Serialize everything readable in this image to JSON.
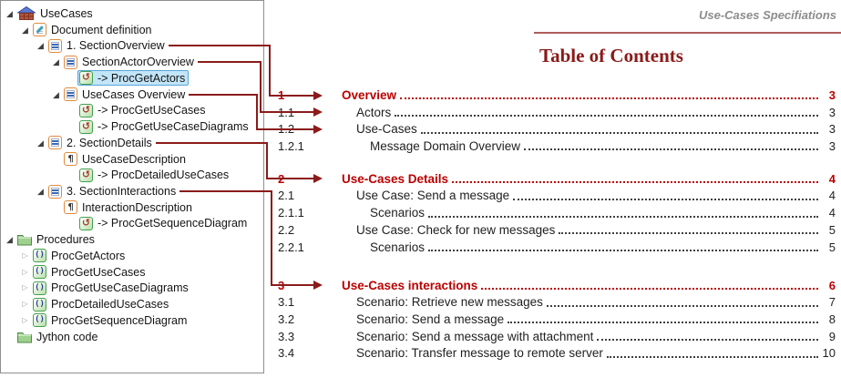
{
  "tree": {
    "items": [
      {
        "label": "UseCases",
        "level": 0,
        "expander": "expanded",
        "icon": "project"
      },
      {
        "label": "Document definition",
        "level": 1,
        "expander": "expanded",
        "icon": "document"
      },
      {
        "label": "1. SectionOverview",
        "level": 2,
        "expander": "expanded",
        "icon": "section"
      },
      {
        "label": "SectionActorOverview",
        "level": 3,
        "expander": "expanded",
        "icon": "section"
      },
      {
        "label": "-> ProcGetActors",
        "level": 4,
        "expander": "none",
        "icon": "proc-call",
        "selected": true
      },
      {
        "label": "UseCases Overview",
        "level": 3,
        "expander": "expanded",
        "icon": "section"
      },
      {
        "label": "-> ProcGetUseCases",
        "level": 4,
        "expander": "none",
        "icon": "proc-call"
      },
      {
        "label": "-> ProcGetUseCaseDiagrams",
        "level": 4,
        "expander": "none",
        "icon": "proc-call"
      },
      {
        "label": "2. SectionDetails",
        "level": 2,
        "expander": "expanded",
        "icon": "section"
      },
      {
        "label": "UseCaseDescription",
        "level": 3,
        "expander": "none",
        "icon": "pilcrow"
      },
      {
        "label": "-> ProcDetailedUseCases",
        "level": 4,
        "expander": "none",
        "icon": "proc-call"
      },
      {
        "label": "3. SectionInteractions",
        "level": 2,
        "expander": "expanded",
        "icon": "section"
      },
      {
        "label": "InteractionDescription",
        "level": 3,
        "expander": "none",
        "icon": "pilcrow"
      },
      {
        "label": "-> ProcGetSequenceDiagram",
        "level": 4,
        "expander": "none",
        "icon": "proc-call"
      },
      {
        "label": "Procedures",
        "level": 0,
        "expander": "expanded",
        "icon": "folder"
      },
      {
        "label": "ProcGetActors",
        "level": 1,
        "expander": "collapsed",
        "icon": "proc-def"
      },
      {
        "label": "ProcGetUseCases",
        "level": 1,
        "expander": "collapsed",
        "icon": "proc-def"
      },
      {
        "label": "ProcGetUseCaseDiagrams",
        "level": 1,
        "expander": "collapsed",
        "icon": "proc-def"
      },
      {
        "label": "ProcDetailedUseCases",
        "level": 1,
        "expander": "collapsed",
        "icon": "proc-def"
      },
      {
        "label": "ProcGetSequenceDiagram",
        "level": 1,
        "expander": "collapsed",
        "icon": "proc-def"
      },
      {
        "label": "Jython code",
        "level": 0,
        "expander": "none",
        "icon": "folder"
      }
    ]
  },
  "document": {
    "running_header": "Use-Cases Specifiations",
    "toc_title": "Table of Contents",
    "entries": [
      {
        "num": "1",
        "title": "Overview",
        "page": "3",
        "level": 1,
        "red": true,
        "arrow": true
      },
      {
        "num": "1.1",
        "title": "Actors",
        "page": "3",
        "level": 2,
        "red": false,
        "arrow": true
      },
      {
        "num": "1.2",
        "title": "Use-Cases",
        "page": "3",
        "level": 2,
        "red": false,
        "arrow": true
      },
      {
        "num": "1.2.1",
        "title": "Message Domain Overview",
        "page": "3",
        "level": 3,
        "red": false,
        "arrow": false
      },
      {
        "num": "2",
        "title": "Use-Cases Details",
        "page": "4",
        "level": 1,
        "red": true,
        "arrow": true
      },
      {
        "num": "2.1",
        "title": "Use Case: Send a message",
        "page": "4",
        "level": 2,
        "red": false,
        "arrow": false
      },
      {
        "num": "2.1.1",
        "title": "Scenarios",
        "page": "4",
        "level": 3,
        "red": false,
        "arrow": false
      },
      {
        "num": "2.2",
        "title": "Use Case: Check for new messages",
        "page": "5",
        "level": 2,
        "red": false,
        "arrow": false
      },
      {
        "num": "2.2.1",
        "title": "Scenarios",
        "page": "5",
        "level": 3,
        "red": false,
        "arrow": false
      },
      {
        "num": "3",
        "title": "Use-Cases interactions",
        "page": "6",
        "level": 1,
        "red": true,
        "arrow": true
      },
      {
        "num": "3.1",
        "title": "Scenario: Retrieve new messages",
        "page": "7",
        "level": 2,
        "red": false,
        "arrow": false
      },
      {
        "num": "3.2",
        "title": "Scenario: Send a message",
        "page": "8",
        "level": 2,
        "red": false,
        "arrow": false
      },
      {
        "num": "3.3",
        "title": "Scenario: Send a message with attachment",
        "page": "9",
        "level": 2,
        "red": false,
        "arrow": false
      },
      {
        "num": "3.4",
        "title": "Scenario: Transfer message to remote server",
        "page": "10",
        "level": 2,
        "red": false,
        "arrow": false
      }
    ]
  },
  "connectors": [
    {
      "from_tree_item": "1. SectionOverview",
      "from_index": 2,
      "to_toc_num": "1",
      "to_index": 0
    },
    {
      "from_tree_item": "SectionActorOverview",
      "from_index": 3,
      "to_toc_num": "1.1",
      "to_index": 1
    },
    {
      "from_tree_item": "UseCases Overview",
      "from_index": 5,
      "to_toc_num": "1.2",
      "to_index": 2
    },
    {
      "from_tree_item": "2. SectionDetails",
      "from_index": 8,
      "to_toc_num": "2",
      "to_index": 4
    },
    {
      "from_tree_item": "3. SectionInteractions",
      "from_index": 11,
      "to_toc_num": "3",
      "to_index": 9
    }
  ],
  "colors": {
    "connector": "#8b1b1b",
    "toc_accent": "#bb0000",
    "toc_title_red": "#8b1a1a",
    "header_text": "#8c8c8c",
    "header_rule": "#b05c5c",
    "selection_bg": "#c3e5f8",
    "selection_border": "#58a6d8",
    "icon_orange": "#e08b3f",
    "icon_green": "#44a04c"
  }
}
